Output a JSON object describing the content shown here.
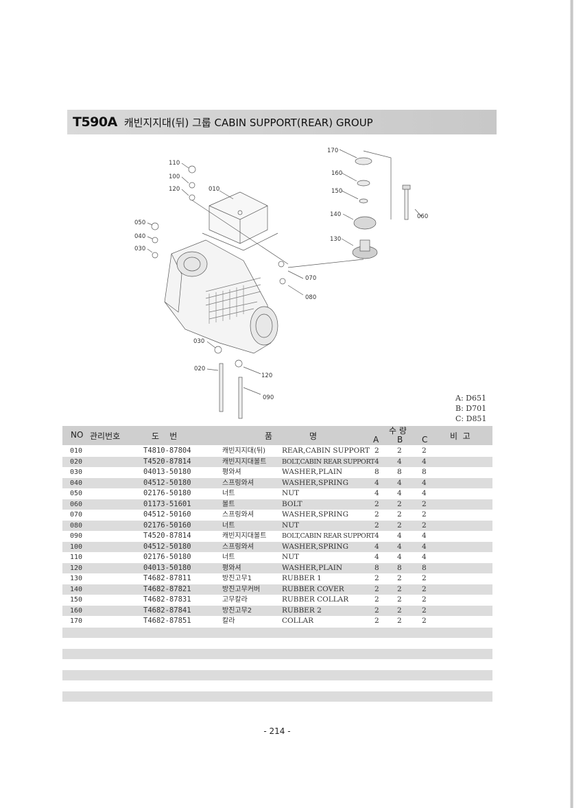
{
  "title": {
    "code": "T590A",
    "text": "캐빈지지대(뒤) 그룹  CABIN SUPPORT(REAR) GROUP"
  },
  "callouts": {
    "c170": "170",
    "c160": "160",
    "c150": "150",
    "c140": "140",
    "c130": "130",
    "c060": "060",
    "c110": "110",
    "c100": "100",
    "c120a": "120",
    "c010": "010",
    "c050": "050",
    "c040": "040",
    "c030a": "030",
    "c070": "070",
    "c080": "080",
    "c030b": "030",
    "c020": "020",
    "c120b": "120",
    "c090": "090"
  },
  "variants": [
    "A: D651",
    "B: D701",
    "C: D851"
  ],
  "table": {
    "headers": {
      "no": "NO",
      "mgmt": "관리번호",
      "drawing": "도    번",
      "name1": "품",
      "name2": "명",
      "qty": "수 량",
      "a": "A",
      "b": "B",
      "c": "C",
      "remarks": "비  고"
    },
    "rows": [
      {
        "no": "010",
        "part": "T4810-87804",
        "kr": "캐빈지지대(뒤)",
        "en": "REAR,CABIN SUPPORT",
        "a": "2",
        "b": "2",
        "c": "2"
      },
      {
        "no": "020",
        "part": "T4520-87814",
        "kr": "캐빈지지대볼트",
        "en": "BOLT,CABIN REAR SUPPORT",
        "a": "4",
        "b": "4",
        "c": "4"
      },
      {
        "no": "030",
        "part": "04013-50180",
        "kr": "평와셔",
        "en": "WASHER,PLAIN",
        "a": "8",
        "b": "8",
        "c": "8"
      },
      {
        "no": "040",
        "part": "04512-50180",
        "kr": "스프링와셔",
        "en": "WASHER,SPRING",
        "a": "4",
        "b": "4",
        "c": "4"
      },
      {
        "no": "050",
        "part": "02176-50180",
        "kr": "너트",
        "en": "NUT",
        "a": "4",
        "b": "4",
        "c": "4"
      },
      {
        "no": "060",
        "part": "01173-51601",
        "kr": "볼트",
        "en": "BOLT",
        "a": "2",
        "b": "2",
        "c": "2"
      },
      {
        "no": "070",
        "part": "04512-50160",
        "kr": "스프링와셔",
        "en": "WASHER,SPRING",
        "a": "2",
        "b": "2",
        "c": "2"
      },
      {
        "no": "080",
        "part": "02176-50160",
        "kr": "너트",
        "en": "NUT",
        "a": "2",
        "b": "2",
        "c": "2"
      },
      {
        "no": "090",
        "part": "T4520-87814",
        "kr": "캐빈지지대볼트",
        "en": "BOLT,CABIN REAR SUPPORT",
        "a": "4",
        "b": "4",
        "c": "4"
      },
      {
        "no": "100",
        "part": "04512-50180",
        "kr": "스프링와셔",
        "en": "WASHER,SPRING",
        "a": "4",
        "b": "4",
        "c": "4"
      },
      {
        "no": "110",
        "part": "02176-50180",
        "kr": "너트",
        "en": "NUT",
        "a": "4",
        "b": "4",
        "c": "4"
      },
      {
        "no": "120",
        "part": "04013-50180",
        "kr": "평와셔",
        "en": "WASHER,PLAIN",
        "a": "8",
        "b": "8",
        "c": "8"
      },
      {
        "no": "130",
        "part": "T4682-87811",
        "kr": "방진고무1",
        "en": "RUBBER 1",
        "a": "2",
        "b": "2",
        "c": "2"
      },
      {
        "no": "140",
        "part": "T4682-87821",
        "kr": "방진고무커버",
        "en": "RUBBER COVER",
        "a": "2",
        "b": "2",
        "c": "2"
      },
      {
        "no": "150",
        "part": "T4682-87831",
        "kr": "고무칼라",
        "en": "RUBBER COLLAR",
        "a": "2",
        "b": "2",
        "c": "2"
      },
      {
        "no": "160",
        "part": "T4682-87841",
        "kr": "방진고무2",
        "en": "RUBBER 2",
        "a": "2",
        "b": "2",
        "c": "2"
      },
      {
        "no": "170",
        "part": "T4682-87851",
        "kr": "칼라",
        "en": "COLLAR",
        "a": "2",
        "b": "2",
        "c": "2"
      }
    ]
  },
  "page_number": "- 214 -"
}
